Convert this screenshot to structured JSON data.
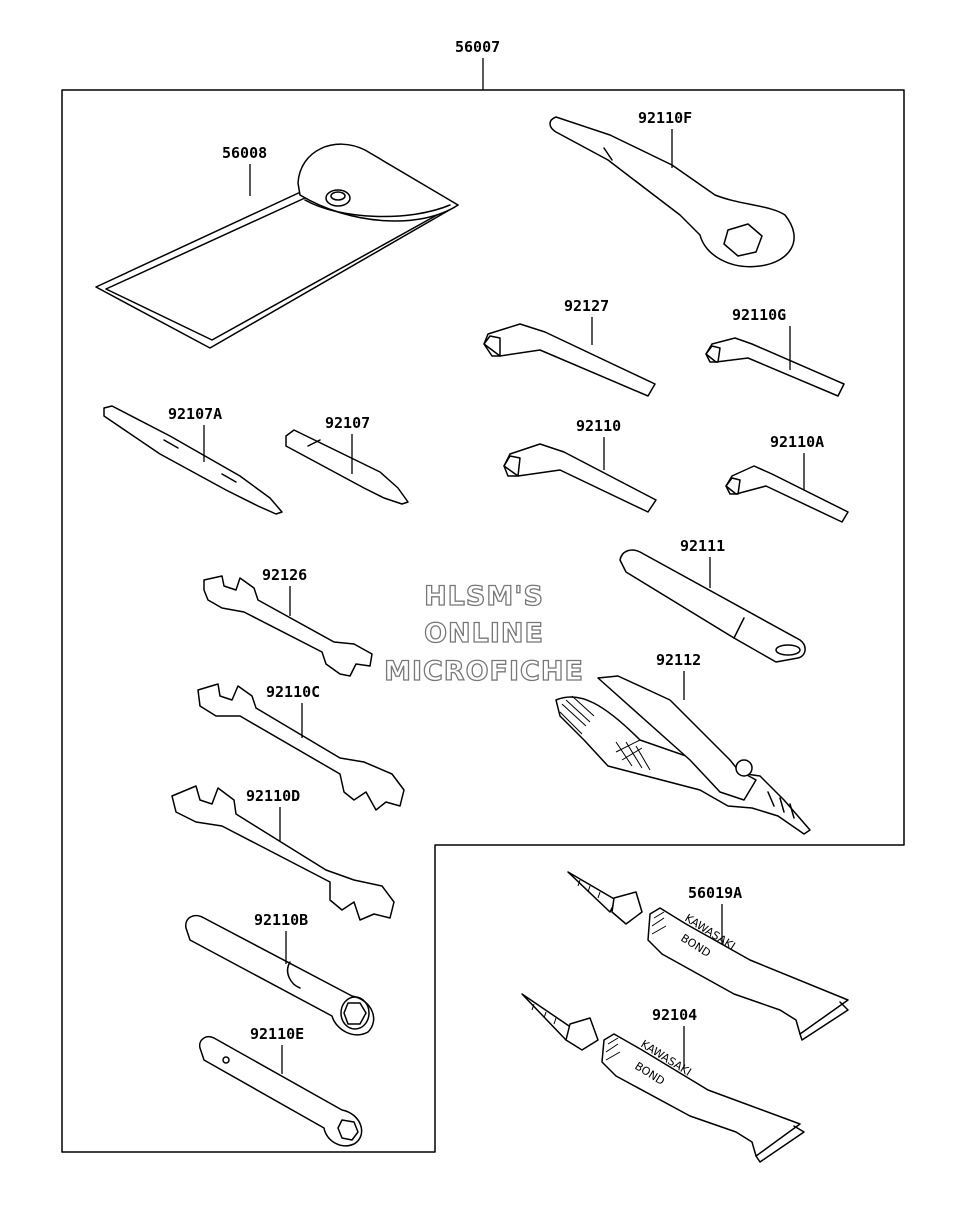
{
  "assembly_label": "56007",
  "parts": {
    "p56008": "56008",
    "p92110F": "92110F",
    "p92127": "92127",
    "p92110G": "92110G",
    "p92107A": "92107A",
    "p92107": "92107",
    "p92110": "92110",
    "p92110A": "92110A",
    "p92111": "92111",
    "p92126": "92126",
    "p92112": "92112",
    "p92110C": "92110C",
    "p92110D": "92110D",
    "p92110B": "92110B",
    "p92110E": "92110E",
    "p56019A": "56019A",
    "p92104": "92104"
  },
  "tube_print": {
    "brand": "KAWASAKI",
    "product": "BOND"
  },
  "watermark": {
    "line1": "HLSM'S",
    "line2": "ONLINE",
    "line3": "MICROFICHE"
  }
}
